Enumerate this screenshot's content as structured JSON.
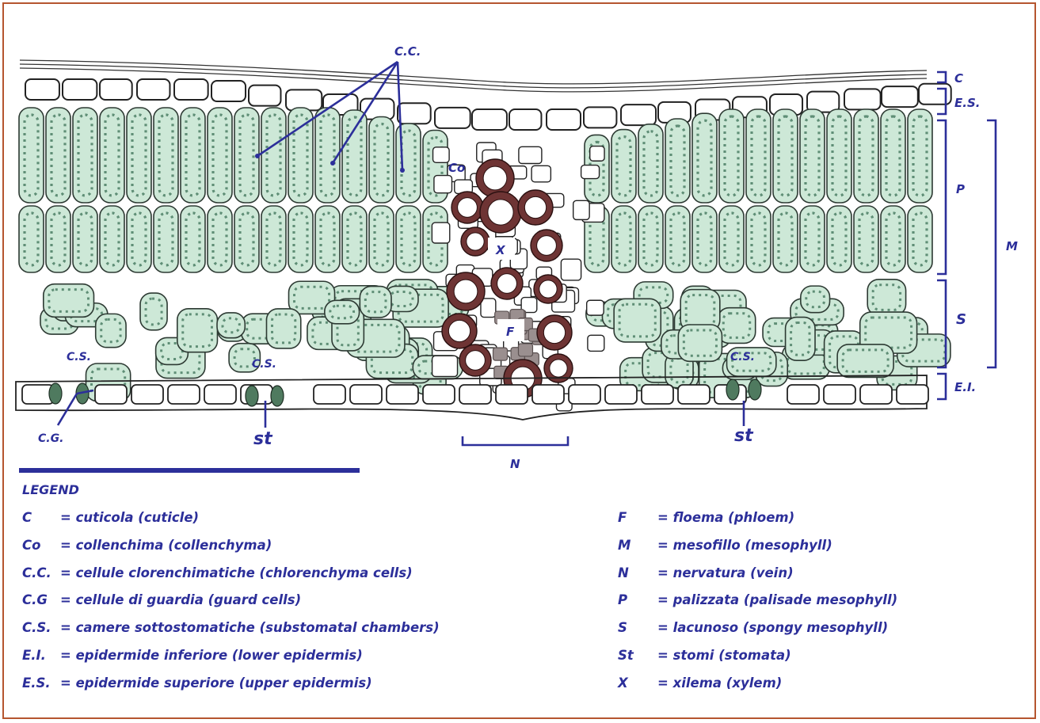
{
  "colors": {
    "ink": "#2c2f9a",
    "frame": "#b5562f",
    "chlorenchyma": "#cde8d7",
    "chloroplast": "#5f8e76",
    "guard_cell": "#4f7a5f",
    "xylem_wall": "#6e3434",
    "phloem": "#9a8f8f"
  },
  "diagram": {
    "labels": {
      "cc": "C.C.",
      "co": "Co",
      "x": "X",
      "f": "F",
      "cs_left": "C.S.",
      "cs_mid": "C.S.",
      "cs_right": "C.S.",
      "cg": "C.G.",
      "st_left": "st",
      "st_right": "st",
      "n": "N",
      "c": "C",
      "es": "E.S.",
      "p": "P",
      "m": "M",
      "s": "S",
      "ei": "E.I."
    }
  },
  "legend": {
    "title": "LEGEND",
    "left": [
      {
        "abbr": "C",
        "text": "= cuticola (cuticle)"
      },
      {
        "abbr": "Co",
        "text": "= collenchima  (collenchyma)"
      },
      {
        "abbr": "C.C.",
        "text": "= cellule clorenchimatiche (chlorenchyma cells)"
      },
      {
        "abbr": "C.G",
        "text": "= cellule di guardia (guard cells)"
      },
      {
        "abbr": "C.S.",
        "text": "= camere sottostomatiche (substomatal chambers)"
      },
      {
        "abbr": "E.I.",
        "text": "= epidermide inferiore (lower epidermis)"
      },
      {
        "abbr": "E.S.",
        "text": "= epidermide superiore (upper epidermis)"
      }
    ],
    "right": [
      {
        "abbr": "F",
        "text": "= floema (phloem)"
      },
      {
        "abbr": "M",
        "text": "= mesofillo (mesophyll)"
      },
      {
        "abbr": "N",
        "text": "= nervatura (vein)"
      },
      {
        "abbr": "P",
        "text": "= palizzata (palisade mesophyll)"
      },
      {
        "abbr": "S",
        "text": "= lacunoso (spongy mesophyll)"
      },
      {
        "abbr": "St",
        "text": "= stomi (stomata)"
      },
      {
        "abbr": "X",
        "text": "= xilema (xylem)"
      }
    ]
  }
}
